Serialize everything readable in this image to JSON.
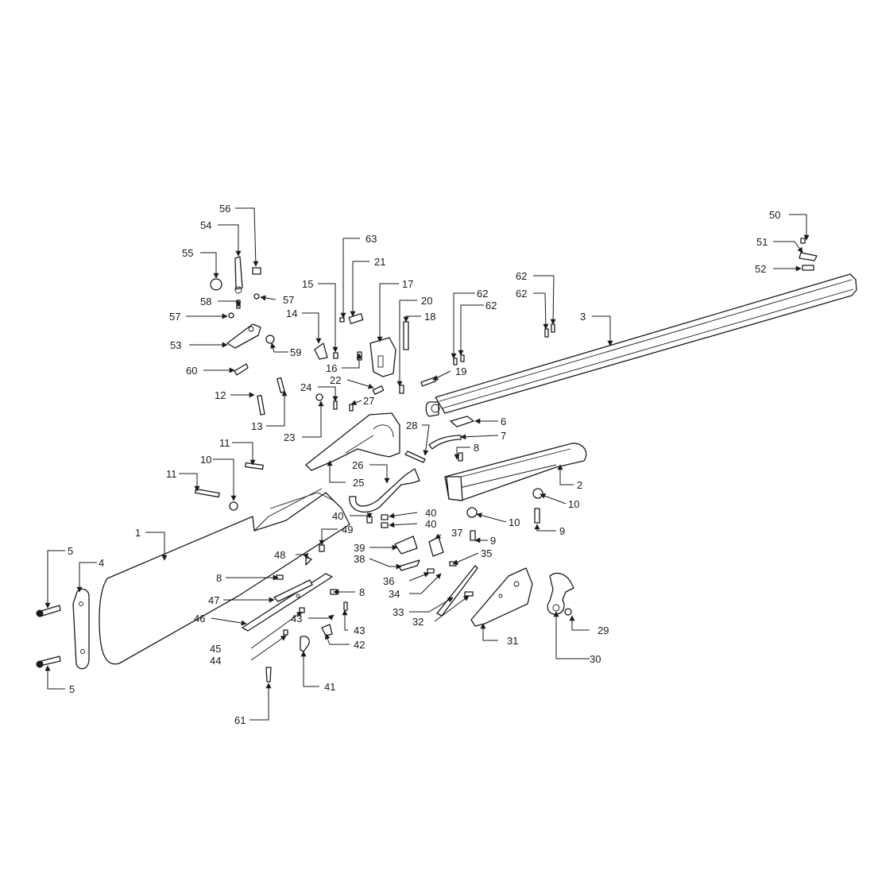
{
  "diagram": {
    "style": "exploded parts diagram",
    "line_color": "#1a1a1a",
    "background": "#ffffff"
  },
  "labels": [
    "1",
    "2",
    "3",
    "4",
    "5",
    "5",
    "6",
    "7",
    "8",
    "8",
    "8",
    "9",
    "9",
    "10",
    "10",
    "10",
    "11",
    "11",
    "12",
    "13",
    "14",
    "15",
    "16",
    "17",
    "18",
    "19",
    "20",
    "21",
    "22",
    "23",
    "24",
    "25",
    "26",
    "27",
    "28",
    "29",
    "30",
    "31",
    "32",
    "33",
    "34",
    "35",
    "36",
    "37",
    "38",
    "39",
    "40",
    "40",
    "40",
    "41",
    "42",
    "43",
    "43",
    "44",
    "45",
    "46",
    "47",
    "48",
    "49",
    "50",
    "51",
    "52",
    "53",
    "54",
    "55",
    "56",
    "57",
    "57",
    "58",
    "59",
    "60",
    "61",
    "62",
    "62",
    "62",
    "63"
  ]
}
